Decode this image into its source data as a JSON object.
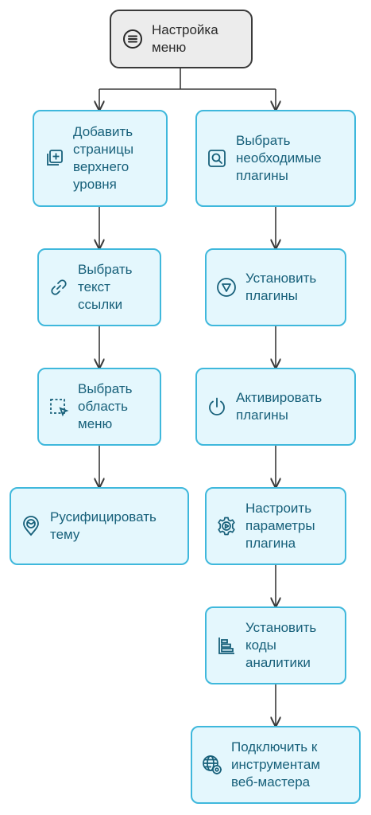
{
  "diagram": {
    "root": {
      "label": "Настройка\nменю",
      "icon": "menu-lines-icon"
    },
    "left_branch": [
      {
        "label": "Добавить\nстраницы\nверхнего\nуровня",
        "icon": "add-pages-icon"
      },
      {
        "label": "Выбрать\nтекст\nссылки",
        "icon": "link-icon"
      },
      {
        "label": "Выбрать\nобласть\nменю",
        "icon": "area-select-icon"
      },
      {
        "label": "Русифицировать\nтему",
        "icon": "globe-pin-icon"
      }
    ],
    "right_branch": [
      {
        "label": "Выбрать\nнеобходимые\nплагины",
        "icon": "search-icon"
      },
      {
        "label": "Установить\nплагины",
        "icon": "install-icon"
      },
      {
        "label": "Активировать\nплагины",
        "icon": "power-icon"
      },
      {
        "label": "Настроить\nпараметры\nплагина",
        "icon": "gear-play-icon"
      },
      {
        "label": "Установить\nкоды\nаналитики",
        "icon": "bar-chart-icon"
      },
      {
        "label": "Подключить к\nинструментам\nвеб-мастера",
        "icon": "globe-gear-icon"
      }
    ],
    "colors": {
      "node_fill": "#e4f7fd",
      "node_border": "#3fb8dc",
      "node_text": "#17607a",
      "root_fill": "#ececec",
      "root_border": "#3a3a3a",
      "connector": "#3a3a3a"
    }
  }
}
